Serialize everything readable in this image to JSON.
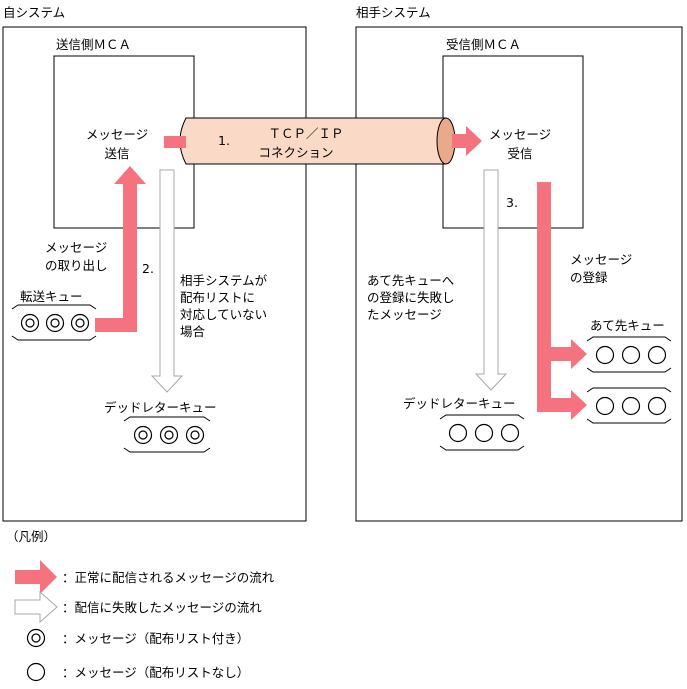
{
  "own_system": {
    "title": "自システム",
    "mca_title": "送信側ＭＣＡ",
    "send_label": [
      "メッセージ",
      "送信"
    ],
    "take_out_label": [
      "メッセージ",
      "の取り出し"
    ],
    "transfer_queue_label": "転送キュー",
    "step2": "2.",
    "fail_note": [
      "相手システムが",
      "配布リストに",
      "対応していない",
      "場合"
    ],
    "dead_letter_label": "デッドレターキュー"
  },
  "partner_system": {
    "title": "相手システム",
    "mca_title": "受信側ＭＣＡ",
    "receive_label": [
      "メッセージ",
      "受信"
    ],
    "step3": "3.",
    "register_label": [
      "メッセージ",
      "の登録"
    ],
    "fail_note": [
      "あて先キューへ",
      "の登録に失敗し",
      "たメッセージ"
    ],
    "dest_queue_label": "あて先キュー",
    "dead_letter_label": "デッドレターキュー"
  },
  "connection": {
    "step1": "1.",
    "label": [
      "ＴＣＰ／ＩＰ",
      "コネクション"
    ]
  },
  "legend": {
    "title": "（凡例）",
    "items": [
      {
        "icon": "pink-arrow",
        "text": "：正常に配信されるメッセージの流れ"
      },
      {
        "icon": "white-arrow",
        "text": "：配信に失敗したメッセージの流れ"
      },
      {
        "icon": "double-circle",
        "text": "：メッセージ（配布リスト付き）"
      },
      {
        "icon": "single-circle",
        "text": "：メッセージ（配布リストなし）"
      }
    ]
  },
  "colors": {
    "normal_flow": "#f4737f",
    "pipe_fill": "#fbd9c7",
    "pipe_end": "#e9a98b",
    "fail_flow": "#ffffff",
    "line": "#000000"
  }
}
